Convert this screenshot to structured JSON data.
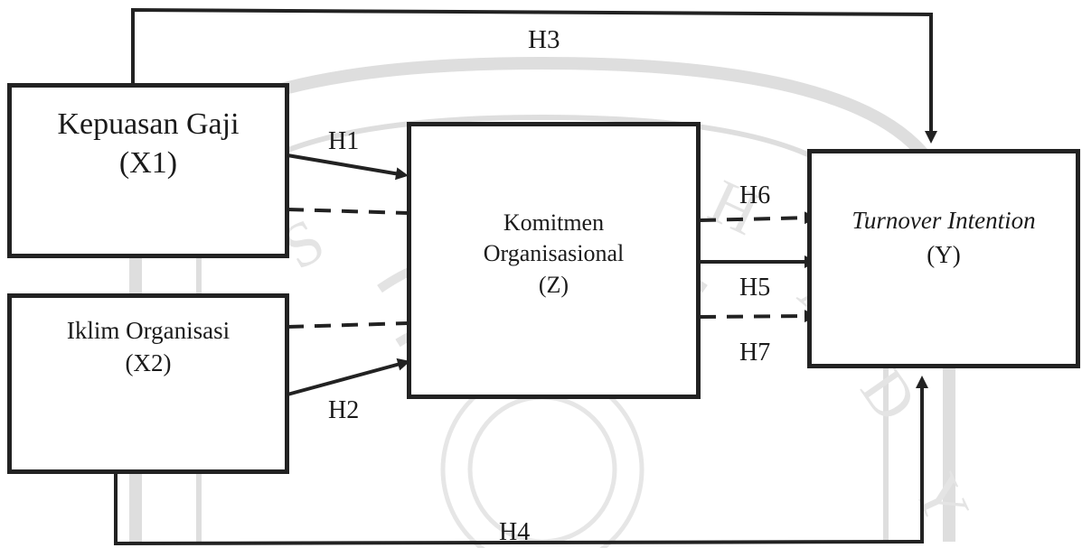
{
  "nodes": {
    "x1": {
      "name": "Kepuasan Gaji",
      "code": "(X1)"
    },
    "x2": {
      "name": "Iklim Organisasi",
      "code": "(X2)"
    },
    "z": {
      "name_line1": "Komitmen",
      "name_line2": "Organisasional",
      "code": "(Z)"
    },
    "y": {
      "name": "Turnover Intention",
      "code": "(Y)"
    }
  },
  "paths": {
    "h1": "H1",
    "h2": "H2",
    "h3": "H3",
    "h4": "H4",
    "h5": "H5",
    "h6": "H6",
    "h7": "H7"
  },
  "colors": {
    "line": "#222222",
    "watermark": "#d9d9d9"
  }
}
